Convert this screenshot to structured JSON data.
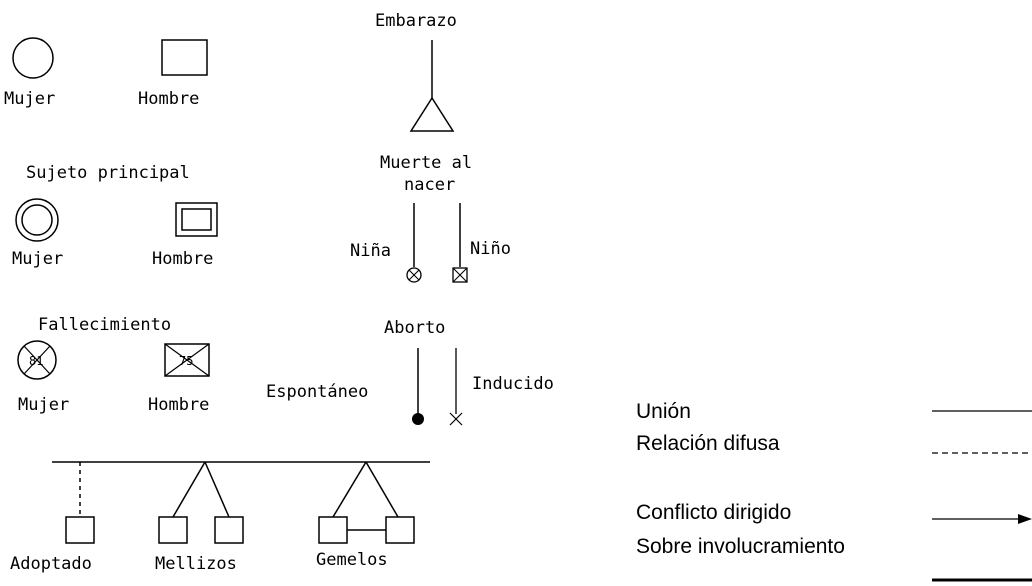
{
  "basic": {
    "title": "",
    "woman": "Mujer",
    "man": "Hombre"
  },
  "principal": {
    "title": "Sujeto principal",
    "woman": "Mujer",
    "man": "Hombre"
  },
  "death": {
    "title": "Fallecimiento",
    "woman": "Mujer",
    "man": "Hombre",
    "woman_age": "81",
    "man_age": "75"
  },
  "pregnancy": {
    "title": "Embarazo"
  },
  "stillbirth": {
    "title_line1": "Muerte al",
    "title_line2": "nacer",
    "girl": "Niña",
    "boy": "Niño"
  },
  "abortion": {
    "title": "Aborto",
    "spontaneous": "Espontáneo",
    "induced": "Inducido"
  },
  "children": {
    "adopted": "Adoptado",
    "fraternal": "Mellizos",
    "identical": "Gemelos"
  },
  "relations": {
    "union": "Unión",
    "diffuse": "Relación difusa",
    "directed_conflict": "Conflicto dirigido",
    "over_involvement": "Sobre involucramiento"
  }
}
